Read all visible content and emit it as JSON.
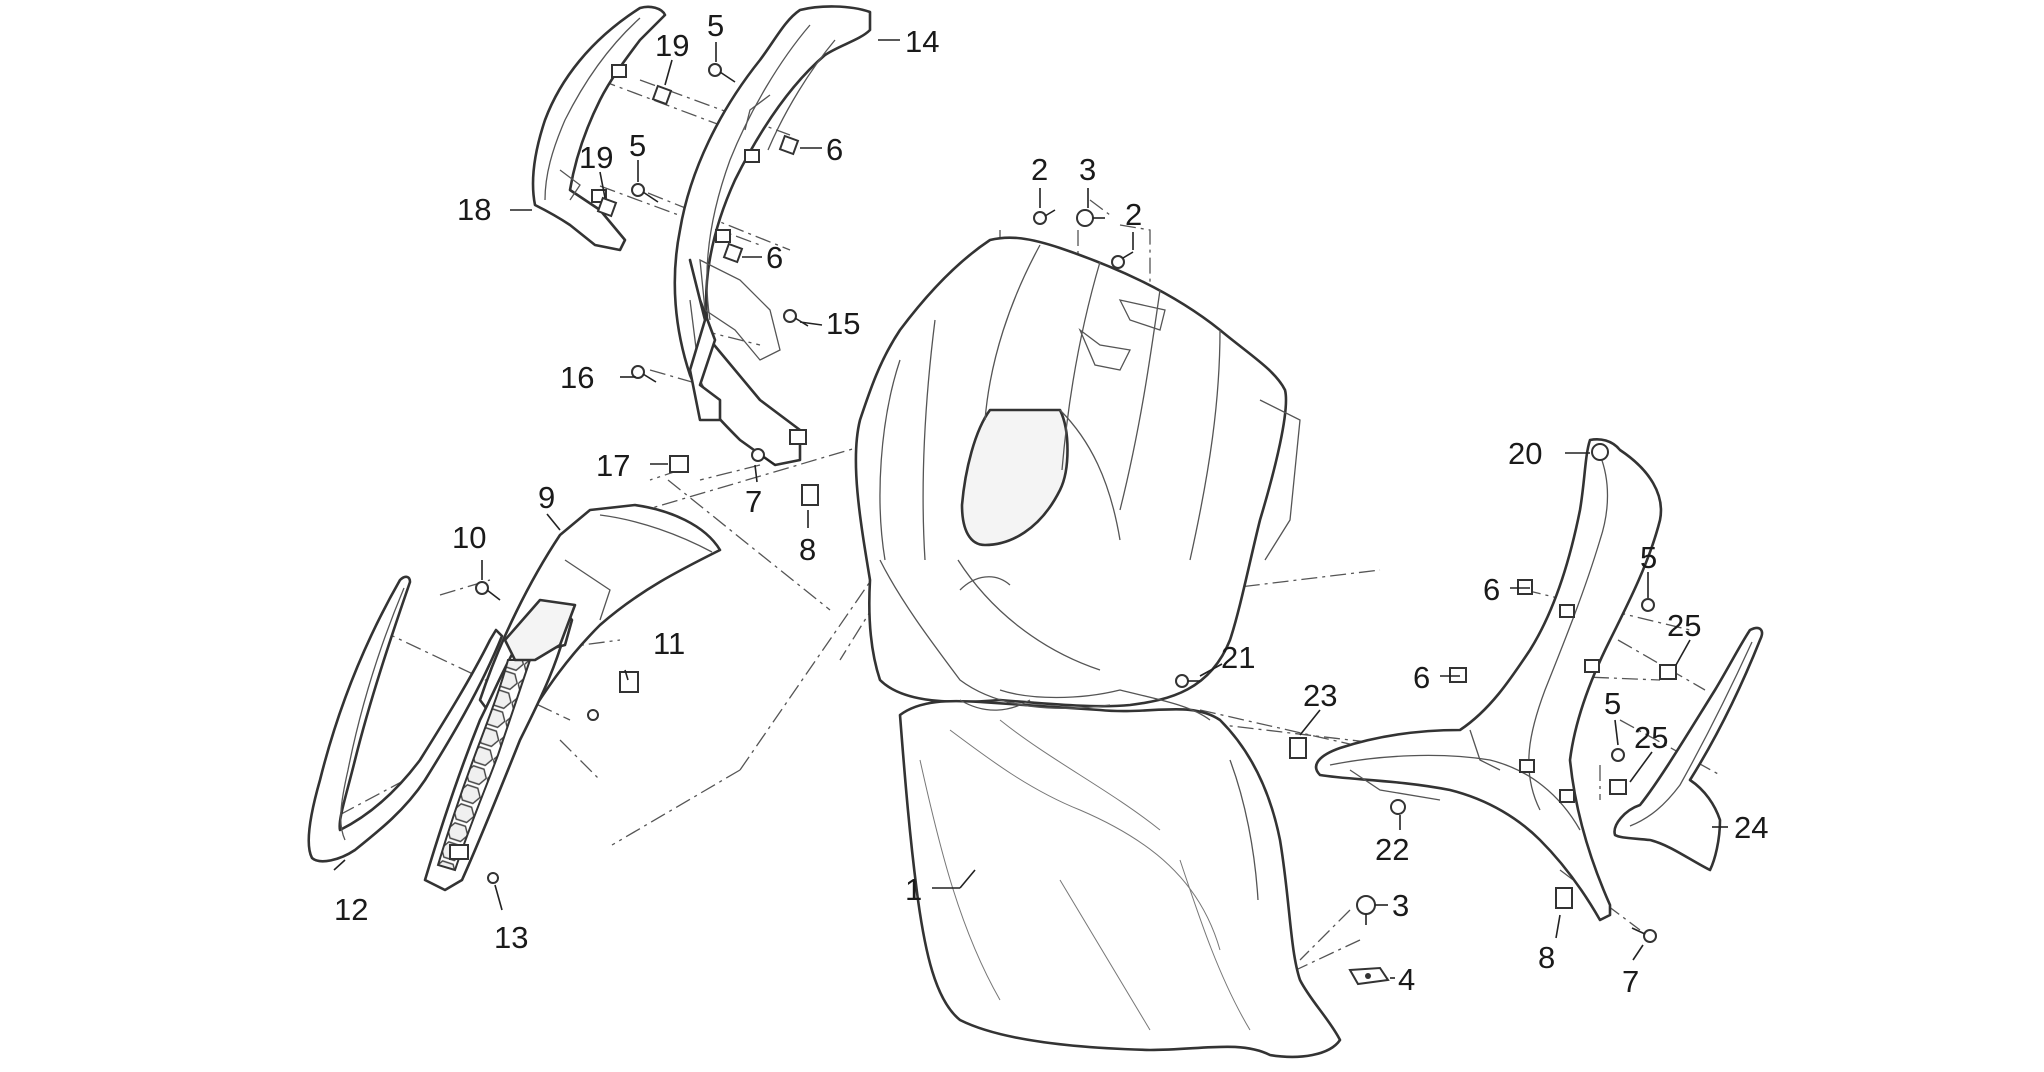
{
  "callouts": [
    {
      "id": "c1",
      "text": "1"
    },
    {
      "id": "c2a",
      "text": "2"
    },
    {
      "id": "c2b",
      "text": "2"
    },
    {
      "id": "c3a",
      "text": "3"
    },
    {
      "id": "c3b",
      "text": "3"
    },
    {
      "id": "c4",
      "text": "4"
    },
    {
      "id": "c5a",
      "text": "5"
    },
    {
      "id": "c5b",
      "text": "5"
    },
    {
      "id": "c5c",
      "text": "5"
    },
    {
      "id": "c5d",
      "text": "5"
    },
    {
      "id": "c6a",
      "text": "6"
    },
    {
      "id": "c6b",
      "text": "6"
    },
    {
      "id": "c6c",
      "text": "6"
    },
    {
      "id": "c6d",
      "text": "6"
    },
    {
      "id": "c7a",
      "text": "7"
    },
    {
      "id": "c7b",
      "text": "7"
    },
    {
      "id": "c8a",
      "text": "8"
    },
    {
      "id": "c8b",
      "text": "8"
    },
    {
      "id": "c9",
      "text": "9"
    },
    {
      "id": "c10",
      "text": "10"
    },
    {
      "id": "c11",
      "text": "11"
    },
    {
      "id": "c12",
      "text": "12"
    },
    {
      "id": "c13",
      "text": "13"
    },
    {
      "id": "c14",
      "text": "14"
    },
    {
      "id": "c15",
      "text": "15"
    },
    {
      "id": "c16",
      "text": "16"
    },
    {
      "id": "c17",
      "text": "17"
    },
    {
      "id": "c18",
      "text": "18"
    },
    {
      "id": "c19a",
      "text": "19"
    },
    {
      "id": "c19b",
      "text": "19"
    },
    {
      "id": "c20",
      "text": "20"
    },
    {
      "id": "c21",
      "text": "21"
    },
    {
      "id": "c22",
      "text": "22"
    },
    {
      "id": "c23",
      "text": "23"
    },
    {
      "id": "c24",
      "text": "24"
    },
    {
      "id": "c25a",
      "text": "25"
    },
    {
      "id": "c25b",
      "text": "25"
    }
  ]
}
